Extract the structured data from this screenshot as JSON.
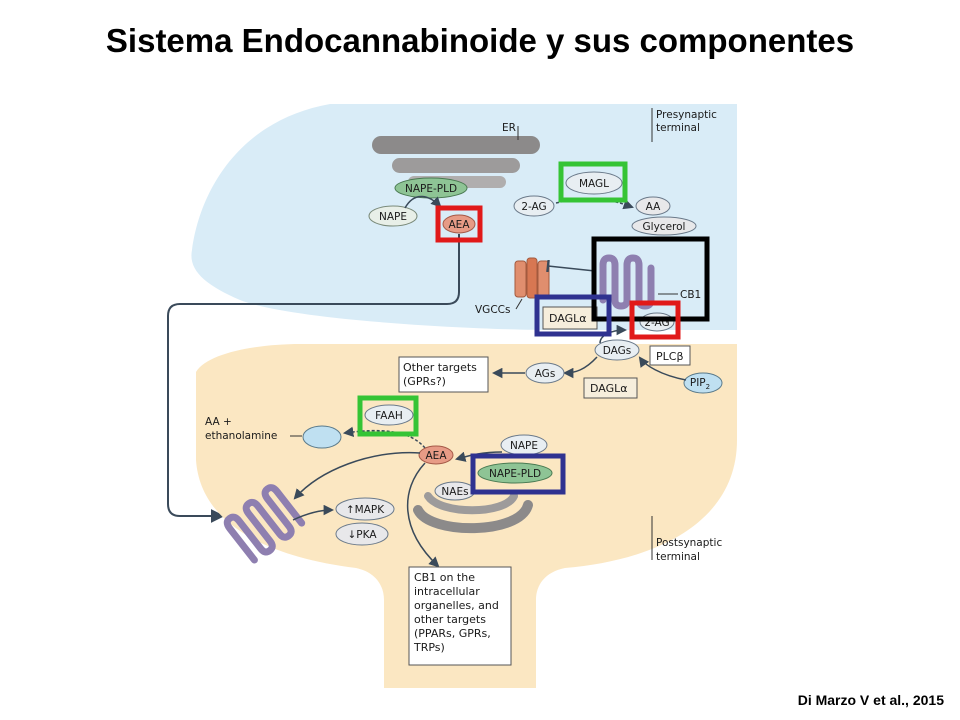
{
  "title": "Sistema Endocannabinoide y sus componentes",
  "citation": "Di Marzo V  et al., 2015",
  "presynaptic": {
    "terminal_label_1": "Presynaptic",
    "terminal_label_2": "terminal",
    "er": "ER",
    "nape_pld": "NAPE-PLD",
    "nape": "NAPE",
    "aea": "AEA",
    "magl": "MAGL",
    "two_ag": "2-AG",
    "aa": "AA",
    "glycerol": "Glycerol",
    "vgccs": "VGCCs",
    "cb1": "CB1",
    "dagl": "DAGLα",
    "two_ag_red": "2-AG"
  },
  "postsynaptic": {
    "terminal_label_1": "Postsynaptic",
    "terminal_label_2": "terminal",
    "dags": "DAGs",
    "plcb": "PLCβ",
    "pip2": "PIP",
    "pip2_sub": "2",
    "ags": "AGs",
    "dagl_alpha": "DAGLα",
    "other_targets_1": "Other targets",
    "other_targets_2": "(GPRs?)",
    "faah": "FAAH",
    "aa_ethanol_1": "AA +",
    "aa_ethanol_2": "ethanolamine",
    "aea": "AEA",
    "nape": "NAPE",
    "nape_pld": "NAPE-PLD",
    "naes": "NAEs",
    "mapk": "MAPK",
    "mapk_arrow": "↑",
    "pka": "PKA",
    "pka_arrow": "↓",
    "cb1_box": [
      "CB1 on the",
      "intracellular",
      "organelles, and",
      "other targets",
      "(PPARs, GPRs,",
      "TRPs)"
    ]
  },
  "colors": {
    "presynaptic_fill": "#d9ecf7",
    "postsynaptic_fill": "#fbe7c2",
    "highlight_red": "#e11919",
    "highlight_green": "#35c435",
    "highlight_navy": "#2f3290",
    "highlight_black": "#000000"
  }
}
